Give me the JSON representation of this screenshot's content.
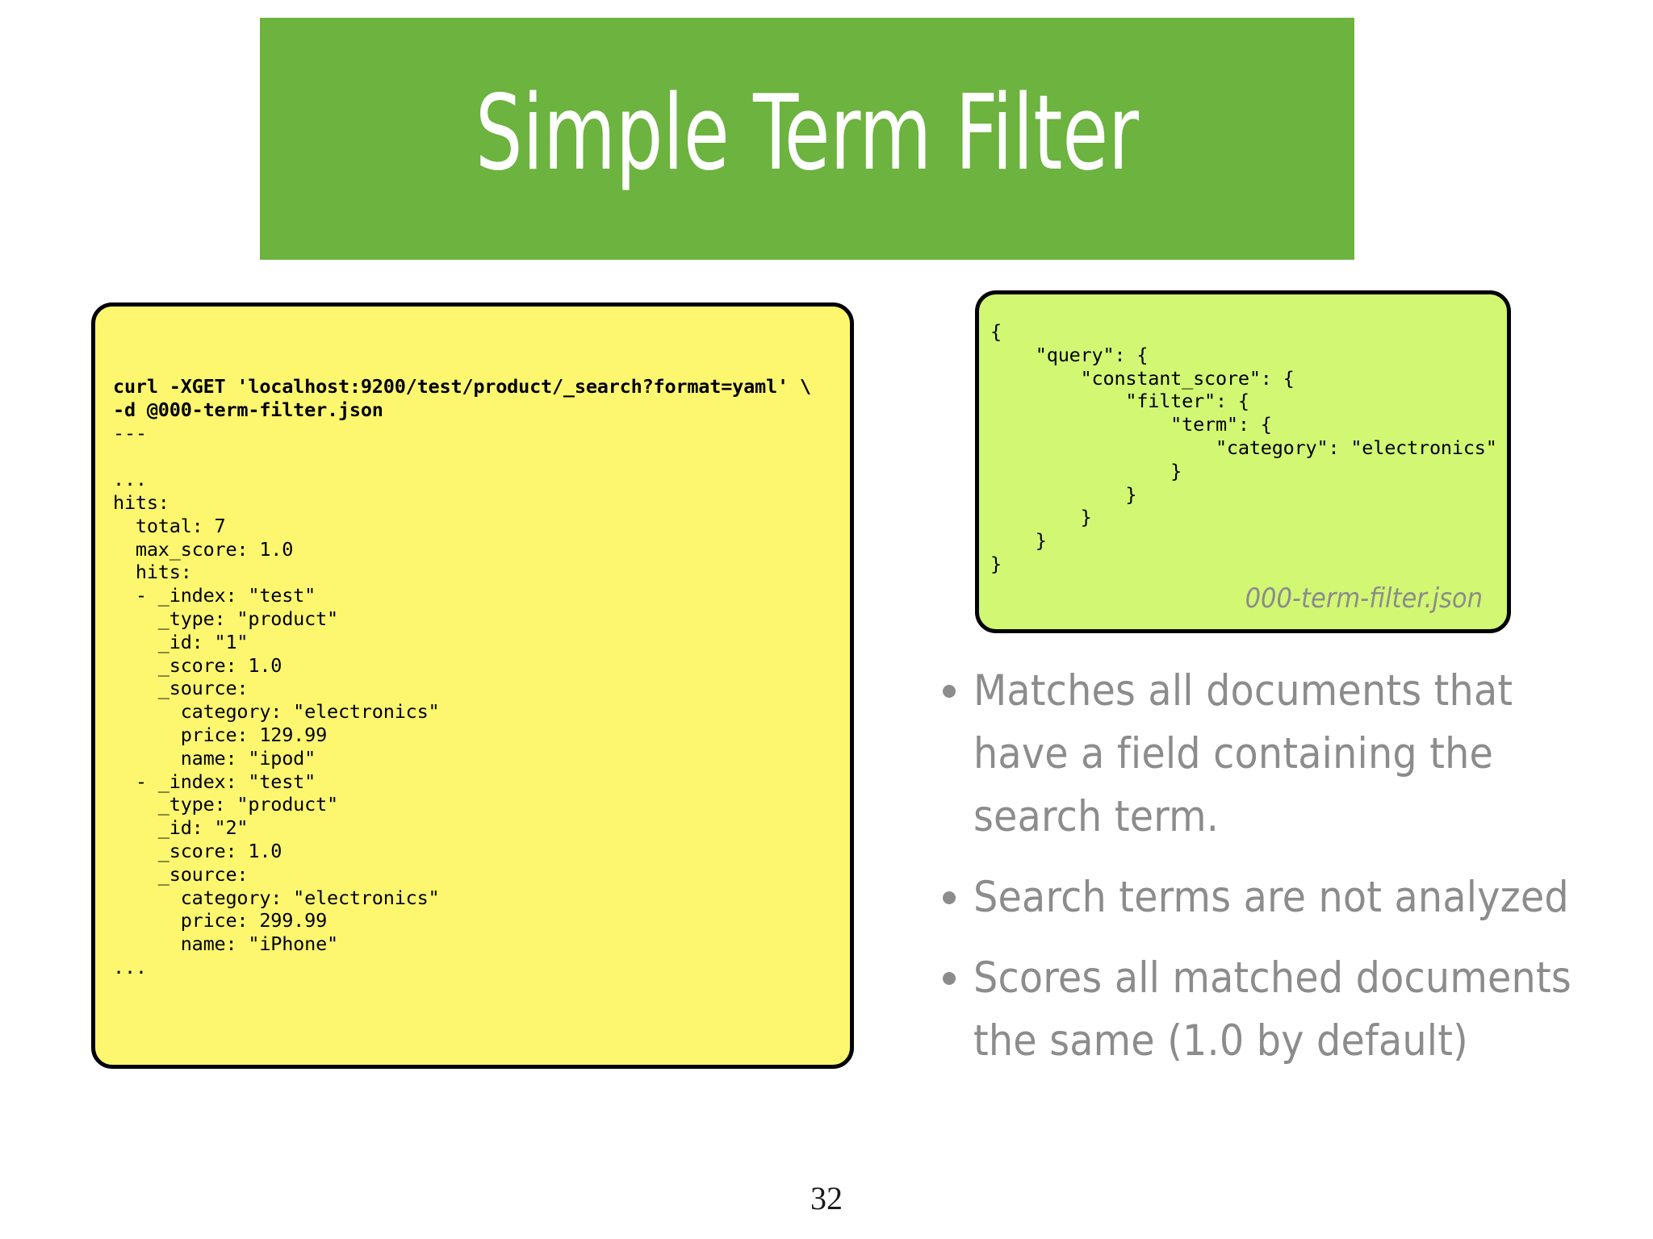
{
  "slide": {
    "title": "Simple Term Filter",
    "page_number": "32",
    "banner_color": "#6cb33f",
    "title_color": "#ffffff",
    "body_text_color": "#8c8c8c"
  },
  "yellow_card": {
    "background_color": "#fdf76f",
    "border_color": "#000000",
    "command": "curl -XGET 'localhost:9200/test/product/_search?format=yaml' \\\n-d @000-term-filter.json",
    "output": "---\n\n...\nhits:\n  total: 7\n  max_score: 1.0\n  hits:\n  - _index: \"test\"\n    _type: \"product\"\n    _id: \"1\"\n    _score: 1.0\n    _source:\n      category: \"electronics\"\n      price: 129.99\n      name: \"ipod\"\n  - _index: \"test\"\n    _type: \"product\"\n    _id: \"2\"\n    _score: 1.0\n    _source:\n      category: \"electronics\"\n      price: 299.99\n      name: \"iPhone\"\n...",
    "parsed_response": {
      "hits": {
        "total": 7,
        "max_score": 1.0,
        "hits": [
          {
            "_index": "test",
            "_type": "product",
            "_id": "1",
            "_score": 1.0,
            "_source": {
              "category": "electronics",
              "price": 129.99,
              "name": "ipod"
            }
          },
          {
            "_index": "test",
            "_type": "product",
            "_id": "2",
            "_score": 1.0,
            "_source": {
              "category": "electronics",
              "price": 299.99,
              "name": "iPhone"
            }
          }
        ]
      }
    }
  },
  "green_card": {
    "background_color": "#d2f773",
    "border_color": "#000000",
    "filename": "000-term-filter.json",
    "filename_color": "#8c8c8c",
    "json_text": "{\n    \"query\": {\n        \"constant_score\": {\n            \"filter\": {\n                \"term\": {\n                    \"category\": \"electronics\"\n                }\n            }\n        }\n    }\n}"
  },
  "bullets": [
    {
      "text": "Matches all documents that have a field containing the search term."
    },
    {
      "text": "Search terms are not analyzed"
    },
    {
      "text": "Scores all matched documents the same (1.0 by default)"
    }
  ]
}
